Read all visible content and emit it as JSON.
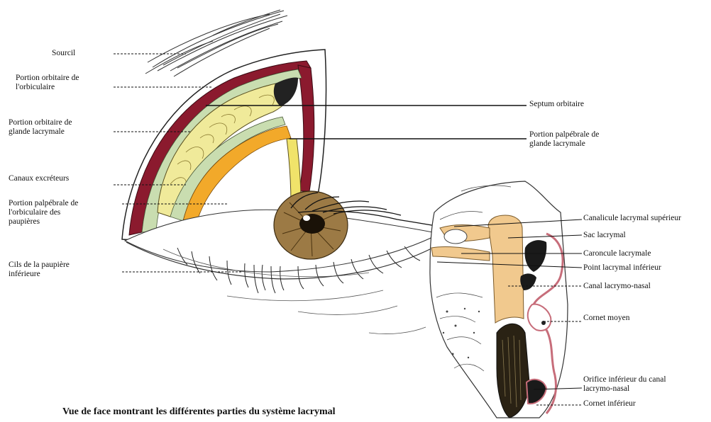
{
  "caption": "Vue de face montrant les différentes parties du système lacrymal",
  "labels_left": {
    "sourcil": "Sourcil",
    "portion_orbitaire_orbiculaire_1": "Portion orbitaire de",
    "portion_orbitaire_orbiculaire_2": "l'orbiculaire",
    "portion_orbitaire_glande_1": "Portion orbitaire de",
    "portion_orbitaire_glande_2": "glande lacrymale",
    "canaux_excreteurs": "Canaux excréteurs",
    "portion_palpebrale_orbiculaire_1": "Portion palpébrale de",
    "portion_palpebrale_orbiculaire_2": "l'orbiculaire des",
    "portion_palpebrale_orbiculaire_3": "paupières",
    "cils_paupiere_1": "Cils de la paupière",
    "cils_paupiere_2": "inférieure"
  },
  "labels_right": {
    "septum_orbitaire": "Septum orbitaire",
    "portion_palpebrale_glande_1": "Portion palpébrale de",
    "portion_palpebrale_glande_2": "glande lacrymale",
    "canalicule_superieur": "Canalicule lacrymal supérieur",
    "sac_lacrymal": "Sac lacrymal",
    "caroncule": "Caroncule lacrymale",
    "point_inferieur": "Point lacrymal inférieur",
    "canal_lacrymo_nasal": "Canal lacrymo-nasal",
    "cornet_moyen": "Cornet moyen",
    "orifice_inferieur_1": "Orifice inférieur du canal",
    "orifice_inferieur_2": "lacrymo-nasal",
    "cornet_inferieur": "Cornet inférieur"
  },
  "colors": {
    "muscle": "#8b1a2e",
    "gland": "#f0ea9a",
    "septum": "#c9ddb0",
    "palpebral": "#f2a92a",
    "duct": "#f1c98e",
    "iris": "#9c7a45",
    "mucosa": "#c76d7a"
  }
}
